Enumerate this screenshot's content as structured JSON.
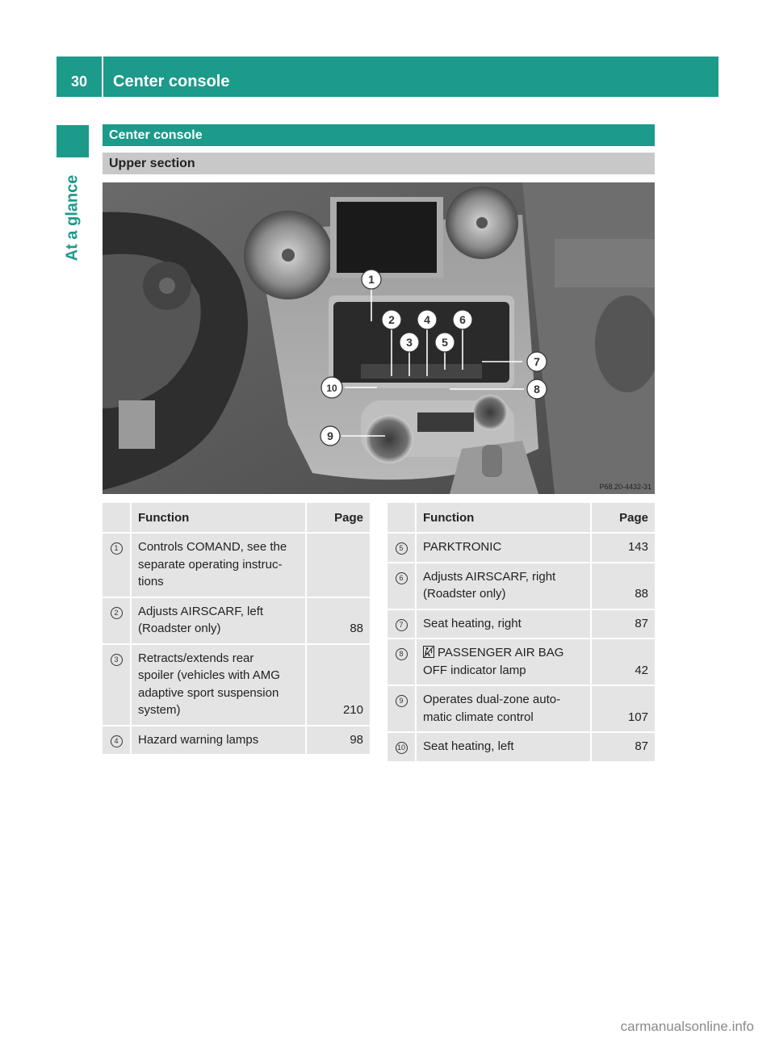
{
  "header": {
    "page_number": "30",
    "title": "Center console"
  },
  "side_tab": {
    "label": "At a glance"
  },
  "section": {
    "title": "Center console",
    "subtitle": "Upper section"
  },
  "figure": {
    "code": "P68.20-4432-31",
    "callouts": [
      "1",
      "2",
      "3",
      "4",
      "5",
      "6",
      "7",
      "8",
      "9",
      "10"
    ]
  },
  "table_headers": {
    "function": "Function",
    "page": "Page"
  },
  "left_table": [
    {
      "num": "1",
      "lines": [
        "Controls COMAND, see the",
        "separate operating instruc-",
        "tions"
      ],
      "page": ""
    },
    {
      "num": "2",
      "lines": [
        "Adjusts AIRSCARF, left",
        "(Roadster only)"
      ],
      "page": "88"
    },
    {
      "num": "3",
      "lines": [
        "Retracts/extends rear",
        "spoiler (vehicles with AMG",
        "adaptive sport suspension",
        "system)"
      ],
      "page": "210"
    },
    {
      "num": "4",
      "lines": [
        "Hazard warning lamps"
      ],
      "page": "98"
    }
  ],
  "right_table": [
    {
      "num": "5",
      "lines": [
        "PARKTRONIC"
      ],
      "page": "143"
    },
    {
      "num": "6",
      "lines": [
        "Adjusts AIRSCARF, right",
        "(Roadster only)"
      ],
      "page": "88"
    },
    {
      "num": "7",
      "lines": [
        "Seat heating, right"
      ],
      "page": "87"
    },
    {
      "num": "8",
      "lines": [
        "PASSENGER AIR BAG",
        "OFF indicator lamp"
      ],
      "page": "42",
      "icon": "airbag-off-icon"
    },
    {
      "num": "9",
      "lines": [
        "Operates dual-zone auto-",
        "matic climate control"
      ],
      "page": "107"
    },
    {
      "num": "10",
      "lines": [
        "Seat heating, left"
      ],
      "page": "87"
    }
  ],
  "watermark": "carmanualsonline.info"
}
